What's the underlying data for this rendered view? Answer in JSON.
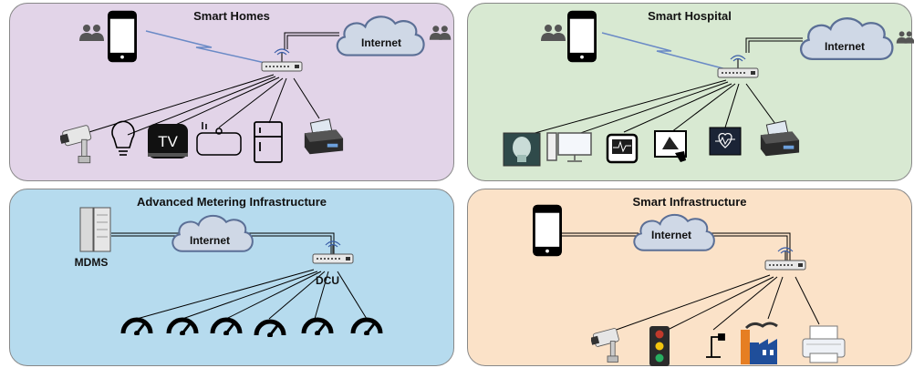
{
  "panels": {
    "smart_homes": {
      "title": "Smart Homes",
      "bg": "#e2d4e8",
      "internet_label": "Internet"
    },
    "smart_hospital": {
      "title": "Smart Hospital",
      "bg": "#d8e9d2",
      "internet_label": "Internet"
    },
    "ami": {
      "title": "Advanced Metering Infrastructure",
      "bg": "#b6dbee",
      "internet_label": "Internet",
      "mdms_label": "MDMS",
      "dcu_label": "DCU"
    },
    "smart_infrastructure": {
      "title": "Smart Infrastructure",
      "bg": "#fbe2c8",
      "internet_label": "Internet"
    }
  },
  "icons": {
    "smart_homes": [
      "people-icon",
      "smartphone-icon",
      "people-icon",
      "router-icon",
      "cctv-camera-icon",
      "light-bulb-icon",
      "tv-icon",
      "robot-vacuum-icon",
      "refrigerator-icon",
      "printer-icon"
    ],
    "smart_hospital": [
      "people-icon",
      "smartphone-icon",
      "people-icon",
      "router-icon",
      "xray-icon",
      "desktop-computer-icon",
      "patient-monitor-icon",
      "ultrasound-icon",
      "heart-monitor-icon",
      "printer-icon"
    ],
    "ami": [
      "mdms-server-icon",
      "router-icon",
      "smart-meter-icon"
    ],
    "smart_infrastructure": [
      "smartphone-icon",
      "router-icon",
      "cctv-camera-icon",
      "traffic-light-icon",
      "street-lamp-icon",
      "factory-icon",
      "printer-icon"
    ]
  },
  "colors": {
    "cloud_fill": "#cfd8e6",
    "cloud_stroke": "#5b6f96",
    "line": "#000000"
  }
}
